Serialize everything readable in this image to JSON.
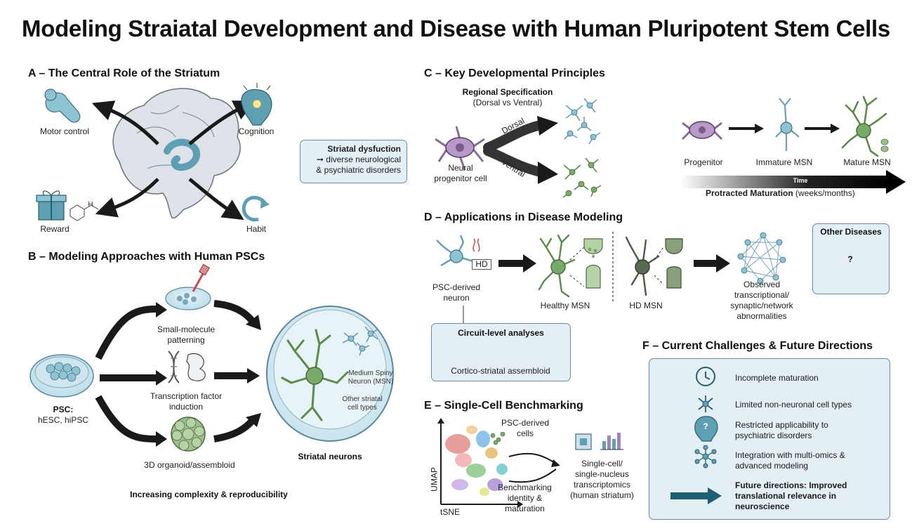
{
  "title": "Modeling Straiatal Development and Disease with Human Pluripotent Stem Cells",
  "panel_a": {
    "title": "A – The Central Role of the Striatum",
    "motor": "Motor control",
    "cognition": "Cognition",
    "reward": "Reward",
    "habit": "Habit",
    "dysfunction_title": "Striatal dysfuction",
    "dysfunction_line1": "➞ diverse neurological",
    "dysfunction_line2": "& psychiatric disorders",
    "reward_atom": "H"
  },
  "panel_b": {
    "title": "B – Modeling Approaches with Human PSCs",
    "psc_label": "PSC:",
    "psc_sub": "hESC, hiPSC",
    "small_molecule_1": "Small-molecule",
    "small_molecule_2": "patterning",
    "tf_1": "Transcription factor",
    "tf_2": "induction",
    "organoid": "3D organoid/assembloid",
    "msn_1": "Medium Spiny",
    "msn_2": "Neuron (MSN)",
    "other_1": "Other striatal",
    "other_2": "cell types",
    "striatal_neurons": "Striatal neurons",
    "complexity": "Increasing complexity & reproducibility"
  },
  "panel_c": {
    "title": "C – Key Developmental Principles",
    "regional": "Regional Specification",
    "regional_sub": "(Dorsal vs Ventral)",
    "dorsal": "Dorsal",
    "ventral": "Ventral",
    "npc_1": "Neural",
    "npc_2": "progenitor cell",
    "progenitor": "Progenitor",
    "immature": "Immature MSN",
    "mature": "Mature MSN",
    "time": "Time",
    "protracted": "Protracted Maturation",
    "protracted_sub": "(weeks/months)"
  },
  "panel_d": {
    "title": "D – Applications in Disease Modeling",
    "hd_tag": "HD",
    "psc_neuron_1": "PSC-derived",
    "psc_neuron_2": "neuron",
    "healthy": "Healthy MSN",
    "hd_msn": "HD MSN",
    "observed_1": "Observed",
    "observed_2": "transcriptional/",
    "observed_3": "synaptic/network",
    "observed_4": "abnormalities",
    "other_diseases": "Other Diseases",
    "question": "?",
    "circuit_title": "Circuit-level analyses",
    "assembloid": "Cortico-striatal assembloid"
  },
  "panel_e": {
    "title": "E – Single-Cell Benchmarking",
    "psc_cells_1": "PSC-derived",
    "psc_cells_2": "cells",
    "bench_1": "Benchmarking",
    "bench_2": "identity &",
    "bench_3": "maturation",
    "sc_1": "Single-cell/",
    "sc_2": "single-nucleus",
    "sc_3": "transcriptomics",
    "sc_4": "(human striatum)",
    "umap": "UMAP",
    "tsne": "tSNE"
  },
  "panel_f": {
    "title": "F – Current Challenges & Future Directions",
    "item1": "Incomplete maturation",
    "item2": "Limited non-neuronal cell types",
    "item3_1": "Restricted applicability to",
    "item3_2": "psychiatric disorders",
    "item4_1": "Integration with multi-omics &",
    "item4_2": "advanced modeling",
    "future_1": "Future directions: Improved",
    "future_2": "translational relevance in",
    "future_3": "neuroscience",
    "question": "?"
  },
  "colors": {
    "box_fill": "#e4eef5",
    "box_border": "#6b8aa3",
    "blue_cell": "#8ec3d4",
    "green_cell": "#7aaa6b",
    "purple_cell": "#b89ac8",
    "dark_arrow": "#1a1a1a",
    "teal_arrow": "#1f5f73",
    "striatum": "#5e9fb3"
  },
  "icons": [
    "arm-icon",
    "brain-icon",
    "lightbulb-head-icon",
    "gift-icon",
    "habit-loop-icon",
    "petri-dish-icon",
    "dna-icon",
    "organoid-icon",
    "clock-icon",
    "neuron-icon",
    "head-question-icon",
    "network-icon",
    "teal-arrow-icon"
  ]
}
